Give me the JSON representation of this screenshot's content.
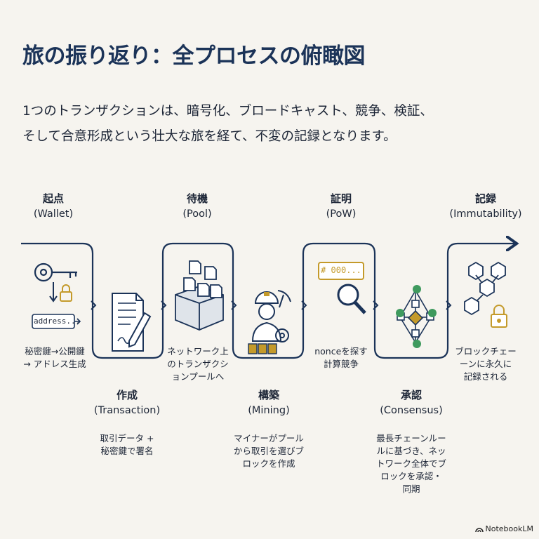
{
  "title": "旅の振り返り：全プロセスの俯瞰図",
  "subtitle_line1": "1つのトランザクションは、暗号化、ブロードキャスト、競争、検証、",
  "subtitle_line2": "そして合意形成という壮大な旅を経て、不変の記録となります。",
  "stages": [
    {
      "jp": "起点",
      "en": "(Wallet)",
      "desc": [
        "秘密鍵→公開鍵",
        "→ アドレス生成"
      ],
      "address_label": "address..."
    },
    {
      "jp": "作成",
      "en": "(Transaction)",
      "desc": [
        "取引データ +",
        "秘密鍵で署名"
      ]
    },
    {
      "jp": "待機",
      "en": "(Pool)",
      "desc": [
        "ネットワーク上",
        "のトランザクシ",
        "ョンプールへ"
      ]
    },
    {
      "jp": "構築",
      "en": "(Mining)",
      "desc": [
        "マイナーがプール",
        "から取引を選びブ",
        "ロックを作成"
      ]
    },
    {
      "jp": "証明",
      "en": "(PoW)",
      "desc": [
        "nonceを探す",
        "計算競争"
      ],
      "nonce_label": "# 000..."
    },
    {
      "jp": "承認",
      "en": "(Consensus)",
      "desc": [
        "最長チェーンルー",
        "ルに基づき、ネッ",
        "トワーク全体でブ",
        "ロックを承認・",
        "同期"
      ]
    },
    {
      "jp": "記録",
      "en": "(Immutability)",
      "desc": [
        "ブロックチェー",
        "ーンに永久に",
        "記録される"
      ]
    }
  ],
  "footer": "NotebookLM",
  "colors": {
    "navy": "#1b3358",
    "gold": "#c49a2a",
    "green": "#3f9a5e"
  }
}
